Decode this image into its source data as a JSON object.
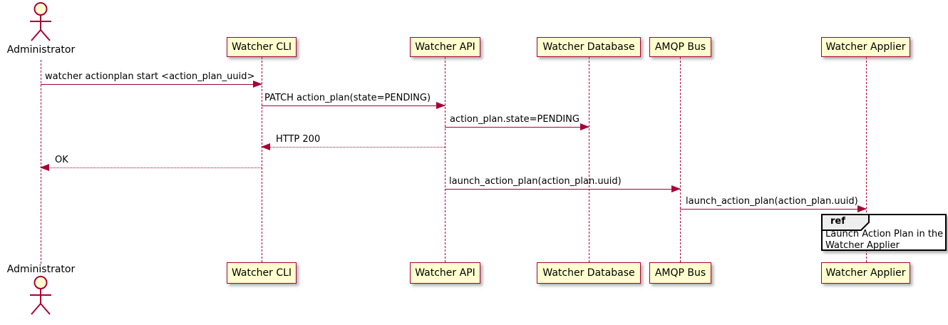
{
  "diagram": {
    "type": "sequence"
  },
  "actor": {
    "label": "Administrator"
  },
  "participants": [
    {
      "label": "Watcher CLI"
    },
    {
      "label": "Watcher API"
    },
    {
      "label": "Watcher Database"
    },
    {
      "label": "AMQP Bus"
    },
    {
      "label": "Watcher Applier"
    }
  ],
  "messages": [
    {
      "from": "Administrator",
      "to": "Watcher CLI",
      "label": "watcher actionplan start <action_plan_uuid>",
      "line": "solid",
      "direction": "right"
    },
    {
      "from": "Watcher CLI",
      "to": "Watcher API",
      "label": "PATCH action_plan(state=PENDING)",
      "line": "solid",
      "direction": "right"
    },
    {
      "from": "Watcher API",
      "to": "Watcher Database",
      "label": "action_plan.state=PENDING",
      "line": "solid",
      "direction": "right"
    },
    {
      "from": "Watcher API",
      "to": "Watcher CLI",
      "label": "HTTP 200",
      "line": "dotted",
      "direction": "left"
    },
    {
      "from": "Watcher CLI",
      "to": "Administrator",
      "label": "OK",
      "line": "dotted",
      "direction": "left"
    },
    {
      "from": "Watcher API",
      "to": "AMQP Bus",
      "label": "launch_action_plan(action_plan.uuid)",
      "line": "solid",
      "direction": "right"
    },
    {
      "from": "AMQP Bus",
      "to": "Watcher Applier",
      "label": "launch_action_plan(action_plan.uuid)",
      "line": "solid",
      "direction": "right"
    }
  ],
  "ref_fragment": {
    "keyword": "ref",
    "lines": [
      "Launch Action Plan in the",
      "Watcher Applier"
    ]
  },
  "colors": {
    "participant_fill": "#FEFECE",
    "participant_border": "#A80036",
    "arrow": "#A80036",
    "lifeline": "#A80036",
    "ref_border": "#000000",
    "ref_tab_fill": "#EEEEEE",
    "text": "#000000",
    "background": "#FFFFFF"
  }
}
